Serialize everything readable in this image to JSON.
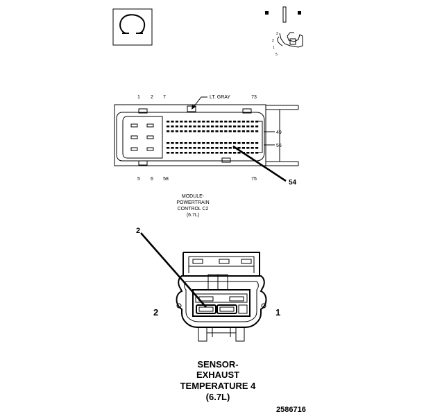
{
  "pcm": {
    "top_pins": [
      "1",
      "2",
      "7",
      "73"
    ],
    "wire_color": "LT. GRAY",
    "right_pins": [
      "49",
      "56"
    ],
    "bottom_pins": [
      "5",
      "6",
      "58",
      "75"
    ],
    "callout": "54",
    "title_lines": [
      "MODULE-",
      "POWERTRAIN",
      "CONTROL C2",
      "(6.7L)"
    ]
  },
  "sensor": {
    "callout": "2",
    "pin_left": "2",
    "pin_right": "1",
    "title_lines": [
      "SENSOR-",
      "EXHAUST",
      "TEMPERATURE 4",
      "(6.7L)"
    ]
  },
  "figure_number": "2586716"
}
